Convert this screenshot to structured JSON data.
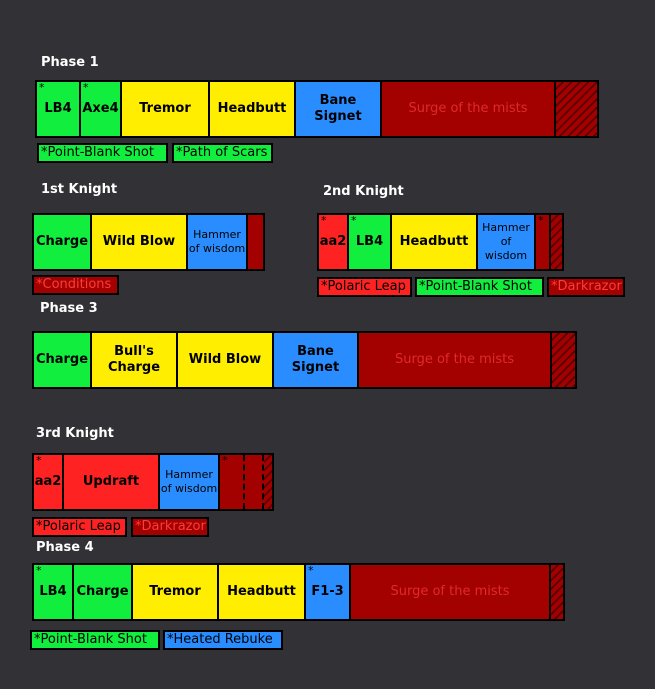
{
  "colors": {
    "green": "#11ee3e",
    "yellow": "#ffee00",
    "blue": "#2a8dff",
    "red": "#ff2222",
    "dark_red": "#a30000",
    "background": "#323236"
  },
  "phase1": {
    "title": "Phase 1",
    "skills": {
      "lb4": {
        "label": "LB4",
        "mark": "*"
      },
      "axe4": {
        "label": "Axe4",
        "mark": "*"
      },
      "tremor": "Tremor",
      "headbutt": "Headbutt",
      "bane_signet": "Bane Signet",
      "surge": "Surge of the mists"
    },
    "notes": [
      "*Point-Blank Shot",
      "*Path of Scars"
    ]
  },
  "knight1": {
    "title": "1st Knight",
    "skills": {
      "charge": "Charge",
      "wild_blow": "Wild Blow",
      "hammer": "Hammer of wisdom"
    },
    "notes": [
      "*Conditions"
    ]
  },
  "knight2": {
    "title": "2nd Knight",
    "skills": {
      "aa2": {
        "label": "aa2",
        "mark": "*"
      },
      "lb4": {
        "label": "LB4",
        "mark": "*"
      },
      "headbutt": "Headbutt",
      "hammer": "Hammer of wisdom",
      "end_mark": "*"
    },
    "notes": [
      "*Polaric Leap",
      "*Point-Blank Shot",
      "*Darkrazor"
    ]
  },
  "phase3": {
    "title": "Phase 3",
    "skills": {
      "charge": "Charge",
      "bulls_charge": "Bull's Charge",
      "wild_blow": "Wild Blow",
      "bane_signet": "Bane Signet",
      "surge": "Surge of the mists"
    }
  },
  "knight3": {
    "title": "3rd Knight",
    "skills": {
      "aa2": {
        "label": "aa2",
        "mark": "*"
      },
      "updraft": "Updraft",
      "hammer": "Hammer of wisdom",
      "end_mark": "*"
    },
    "notes": [
      "*Polaric Leap",
      "*Darkrazor"
    ]
  },
  "phase4": {
    "title": "Phase 4",
    "skills": {
      "lb4": {
        "label": "LB4",
        "mark": "*"
      },
      "charge": "Charge",
      "tremor": "Tremor",
      "headbutt": "Headbutt",
      "f13": {
        "label": "F1-3",
        "mark": "*"
      },
      "surge": "Surge of the mists"
    },
    "notes": [
      "*Point-Blank Shot",
      "*Heated Rebuke"
    ]
  }
}
